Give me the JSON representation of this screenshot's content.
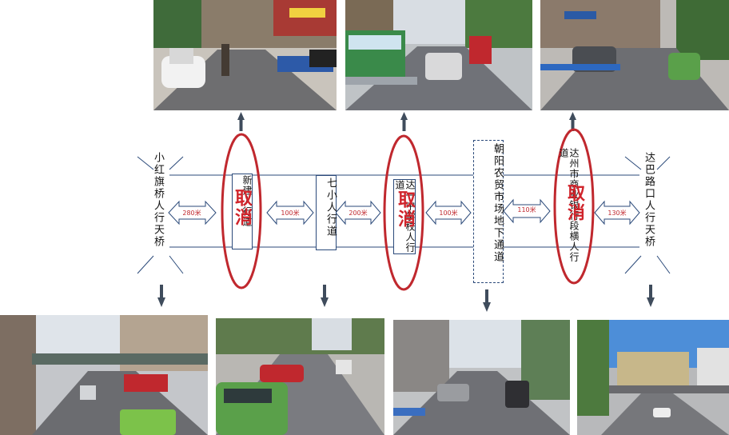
{
  "crossings": [
    {
      "label": "小红旗桥人行天桥"
    },
    {
      "label": "新建人行道"
    },
    {
      "label": "七小人行道"
    },
    {
      "label": "达一中学校人行道"
    },
    {
      "label": "朝阳农贸市场地下通道"
    },
    {
      "label": "达州市商业银行段横人行道"
    },
    {
      "label": "达巴路口人行天桥"
    }
  ],
  "distances": [
    "280米",
    "100米",
    "200米",
    "100米",
    "110米",
    "130米"
  ],
  "cancel_label": "取消",
  "colors": {
    "road": "#2b4a7a",
    "cancel": "#d0242b",
    "arrow": "#3f4c5c"
  }
}
